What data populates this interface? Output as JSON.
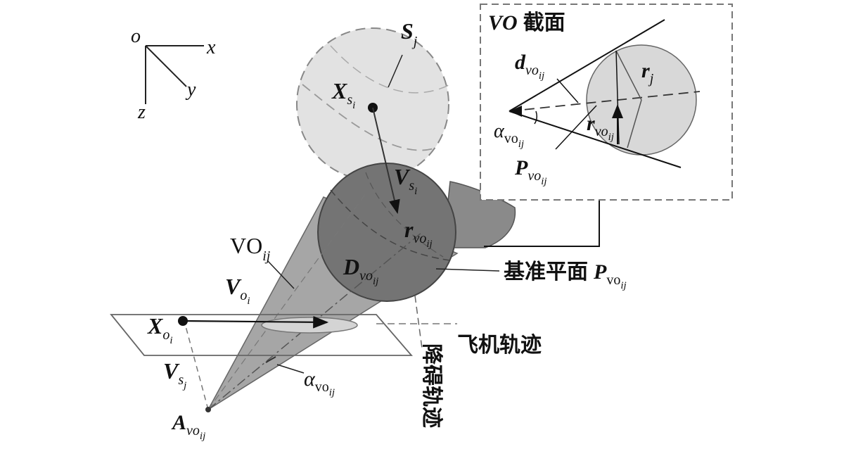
{
  "axes": {
    "origin": "o",
    "x": "x",
    "y": "y",
    "z": "z"
  },
  "labels": {
    "sj": {
      "main": "S",
      "sub": "j"
    },
    "xsi": {
      "main": "X",
      "sub": "s",
      "subsub": "i"
    },
    "vsi": {
      "main": "V",
      "sub": "s",
      "subsub": "i"
    },
    "rvo": {
      "main": "r",
      "sub": "vo",
      "subsub": "ij"
    },
    "dvo": {
      "main": "D",
      "sub": "vo",
      "subsub": "ij"
    },
    "voij": {
      "main": "VO",
      "sub": "ij"
    },
    "voi": {
      "main": "V",
      "sub": "o",
      "subsub": "i"
    },
    "xoi": {
      "main": "X",
      "sub": "o",
      "subsub": "i"
    },
    "vsj": {
      "main": "V",
      "sub": "s",
      "subsub": "j"
    },
    "avo": {
      "main": "A",
      "sub": "vo",
      "subsub": "ij"
    },
    "alpha": {
      "main": "α",
      "sub": "vo",
      "subsub": "ij"
    },
    "plane": {
      "cn": "基准平面",
      "main": "P",
      "sub": "vo",
      "subsub": "ij"
    },
    "aircraft_track": "飞机轨迹",
    "obstacle_track": "降碍轨迹"
  },
  "inset": {
    "title_it": "VO",
    "title_cn": "截面",
    "d": {
      "main": "d",
      "sub": "vo",
      "subsub": "ij"
    },
    "rj": {
      "main": "r",
      "sub": "j"
    },
    "r": {
      "main": "r",
      "sub": "vo",
      "subsub": "ij"
    },
    "alpha": {
      "main": "α",
      "sub": "vo",
      "subsub": "ij"
    },
    "p": {
      "main": "P",
      "sub": "vo",
      "subsub": "ij"
    }
  }
}
